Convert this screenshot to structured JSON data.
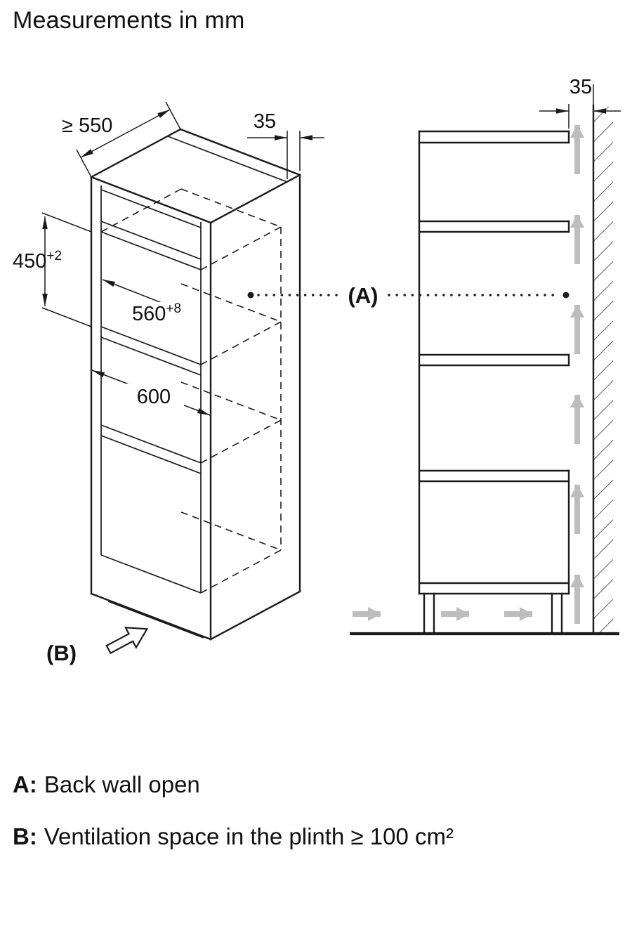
{
  "title": "Measurements in mm",
  "iso_view": {
    "dim_depth": "≥ 550",
    "dim_top_strip": "35",
    "dim_niche_height": "450",
    "dim_niche_height_sup": "+2",
    "dim_niche_width": "560",
    "dim_niche_width_sup": "+8",
    "dim_unit_width": "600",
    "label_b": "(B)"
  },
  "side_view": {
    "dim_wall_gap": "35",
    "label_a": "(A)"
  },
  "legend": {
    "a_key": "A:",
    "a_text": "Back wall open",
    "b_key": "B:",
    "b_text": "Ventilation space in the plinth ≥ 100 cm²"
  },
  "colors": {
    "line": "#1b1b1b",
    "airflow": "#bdbdbd"
  }
}
